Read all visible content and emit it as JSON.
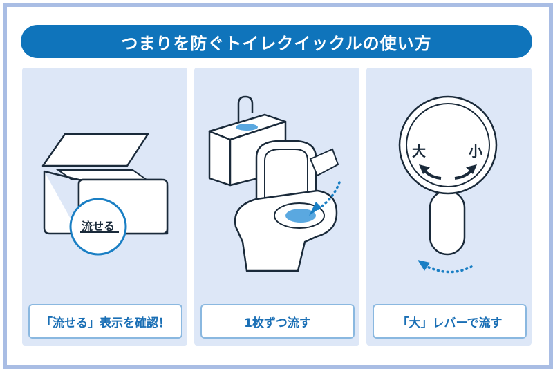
{
  "title": "つまりを防ぐトイレクイックルの使い方",
  "panels": [
    {
      "id": "flushable",
      "icon": "package-icon",
      "badge": "流せる",
      "caption": "「流せる」表示を確認！"
    },
    {
      "id": "one-sheet",
      "icon": "toilet-icon",
      "caption": "1枚ずつ流す"
    },
    {
      "id": "lever",
      "icon": "lever-icon",
      "lever_large": "大",
      "lever_small": "小",
      "caption": "「大」レバーで流す"
    }
  ],
  "colors": {
    "frame": "#a9bde4",
    "title_bg": "#0f74bb",
    "panel_bg": "#dde7f7",
    "caption_text": "#1a6fb5",
    "accent": "#1a7fc4"
  }
}
